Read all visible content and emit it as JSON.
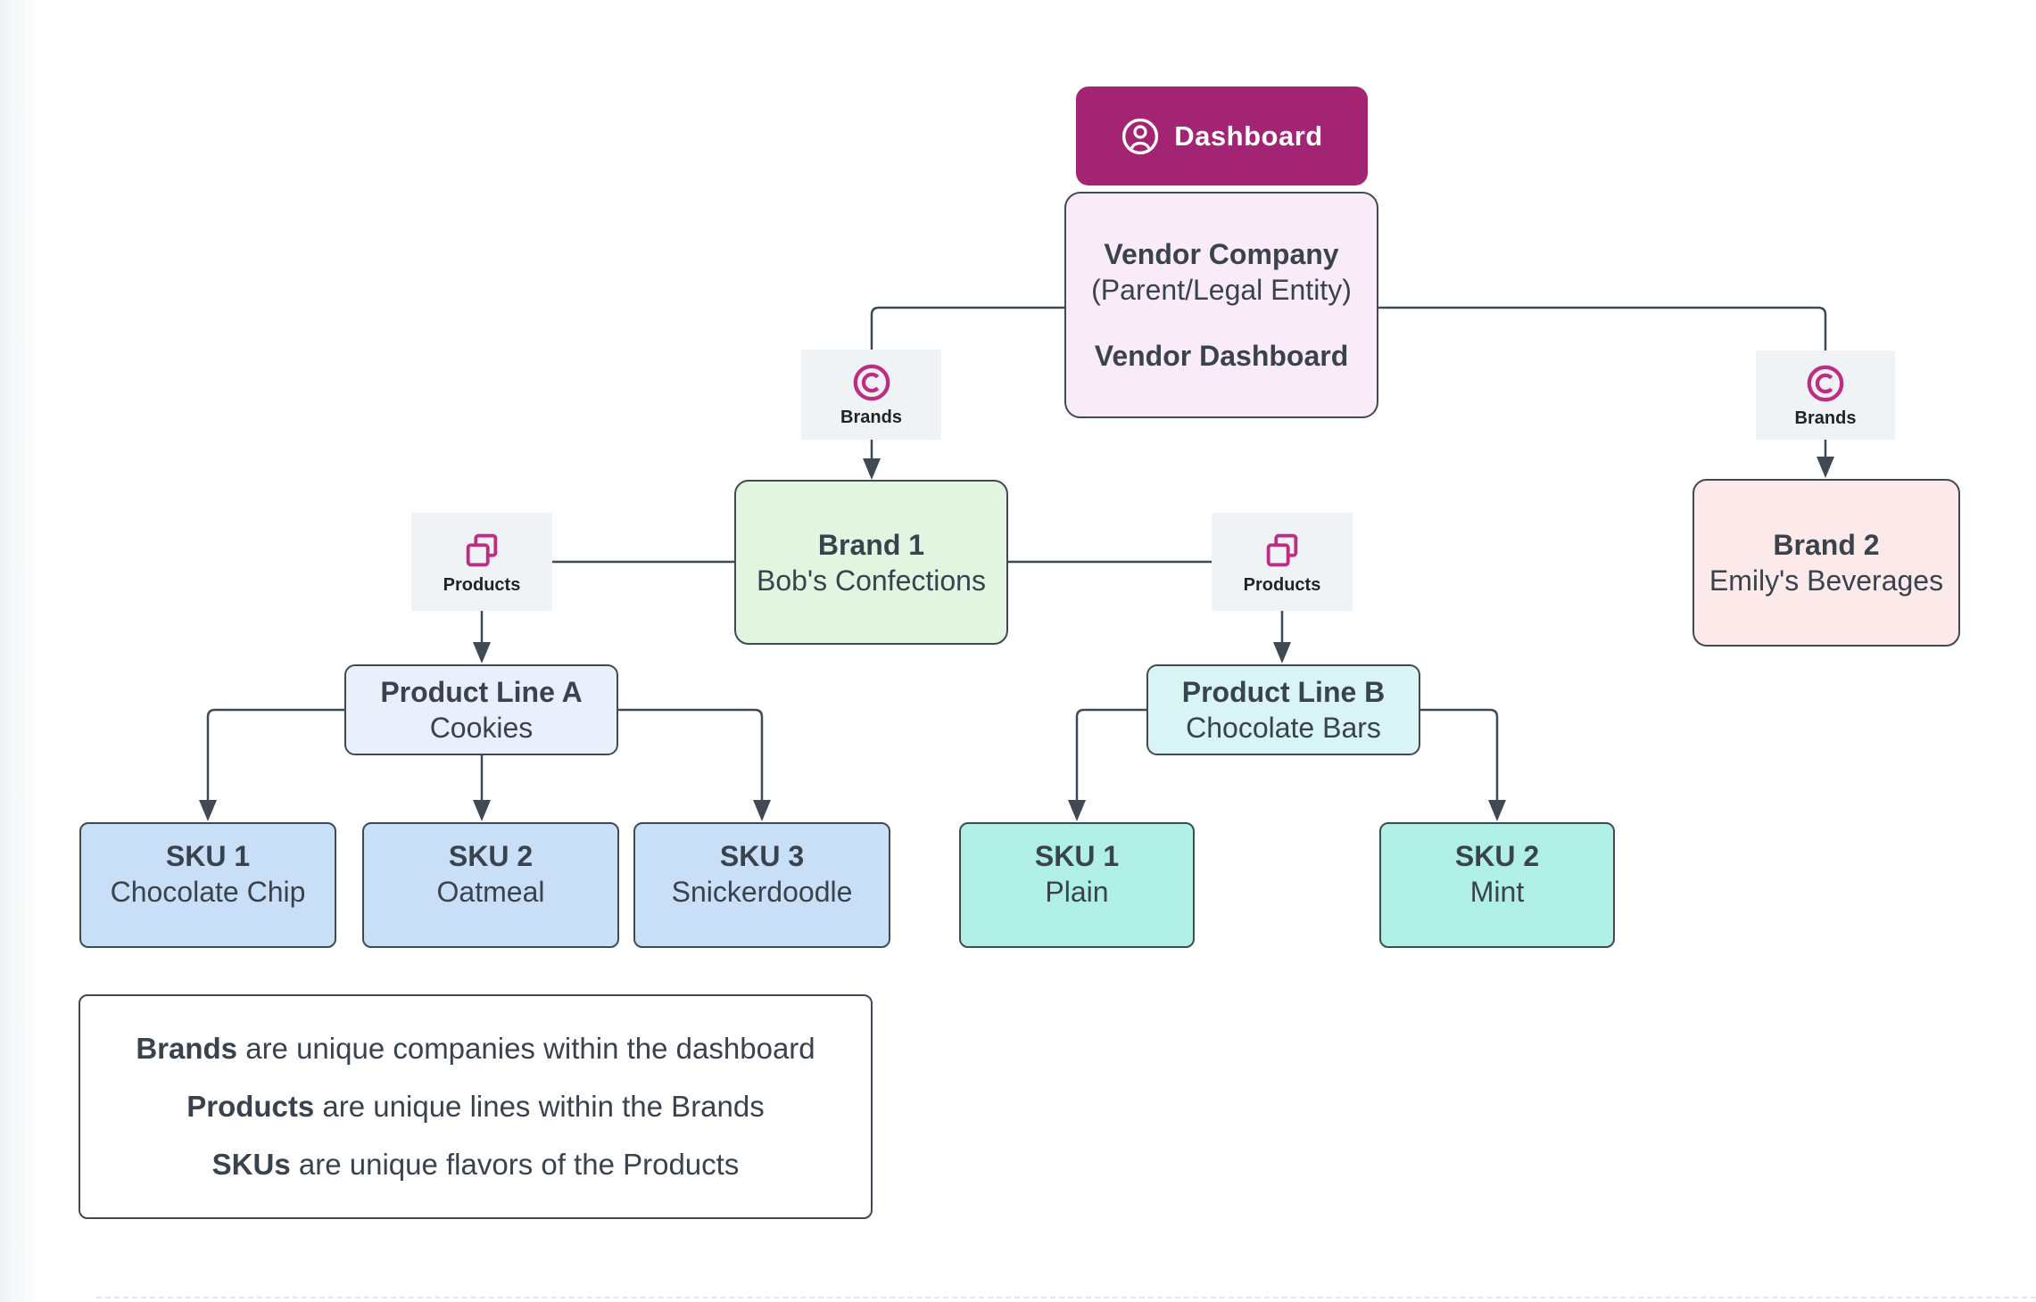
{
  "colors": {
    "accent_magenta": "#A32472",
    "icon_magenta": "#BE2D84",
    "vendor_fill": "#F9ECF8",
    "brand1_fill": "#E1F5E1",
    "brand2_fill": "#FCE9E9",
    "product_line_a_fill": "#E9EFFB",
    "product_line_b_fill": "#D8F4F4",
    "sku_blue_fill": "#C9DFF7",
    "sku_teal_fill": "#B0F0E4",
    "badge_fill": "#F0F3F6",
    "outline": "#3F4A55",
    "text": "#39434E"
  },
  "diagram": {
    "dashboard": {
      "label": "Dashboard"
    },
    "vendor": {
      "title": "Vendor Company",
      "subtitle": "(Parent/Legal Entity)",
      "footer": "Vendor Dashboard"
    },
    "brands_badge_label": "Brands",
    "products_badge_label": "Products",
    "brand1": {
      "title": "Brand 1",
      "subtitle": "Bob's Confections"
    },
    "brand2": {
      "title": "Brand 2",
      "subtitle": "Emily's Beverages"
    },
    "product_line_a": {
      "title": "Product Line A",
      "subtitle": "Cookies"
    },
    "product_line_b": {
      "title": "Product Line B",
      "subtitle": "Chocolate Bars"
    },
    "skus_a": [
      {
        "title": "SKU 1",
        "subtitle": "Chocolate Chip"
      },
      {
        "title": "SKU 2",
        "subtitle": "Oatmeal"
      },
      {
        "title": "SKU 3",
        "subtitle": "Snickerdoodle"
      }
    ],
    "skus_b": [
      {
        "title": "SKU 1",
        "subtitle": "Plain"
      },
      {
        "title": "SKU 2",
        "subtitle": "Mint"
      }
    ],
    "legend": [
      {
        "bold": "Brands",
        "rest": " are unique companies within the dashboard"
      },
      {
        "bold": "Products",
        "rest": " are unique lines within the Brands"
      },
      {
        "bold": "SKUs",
        "rest": " are unique flavors of the Products"
      }
    ]
  }
}
